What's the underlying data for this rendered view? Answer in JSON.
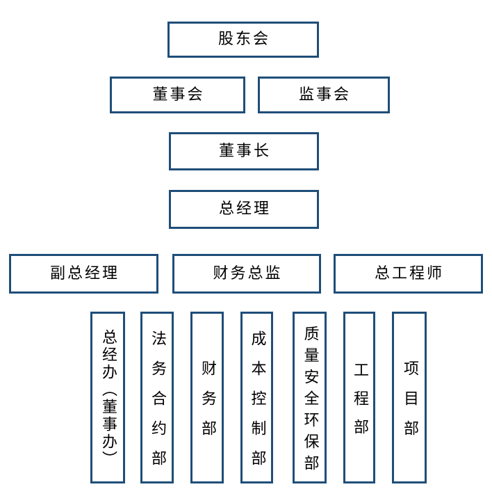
{
  "diagram": {
    "type": "org-chart",
    "border_color": "#1F4E79",
    "text_color": "#000000",
    "background_color": "#FFFFFF"
  },
  "nodes": {
    "shareholders_meeting": "股东会",
    "board_of_directors": "董事会",
    "supervisory_board": "监事会",
    "chairman": "董事长",
    "general_manager": "总经理",
    "deputy_general_manager": "副总经理",
    "finance_director": "财务总监",
    "chief_engineer": "总工程师",
    "gm_office": "总经办（董事办）",
    "legal_contracts_dept": "法务合约部",
    "finance_dept": "财务部",
    "cost_control_dept": "成本控制部",
    "quality_safety_env_dept": "质量安全环保部",
    "engineering_dept": "工程部",
    "project_dept": "项目部"
  }
}
